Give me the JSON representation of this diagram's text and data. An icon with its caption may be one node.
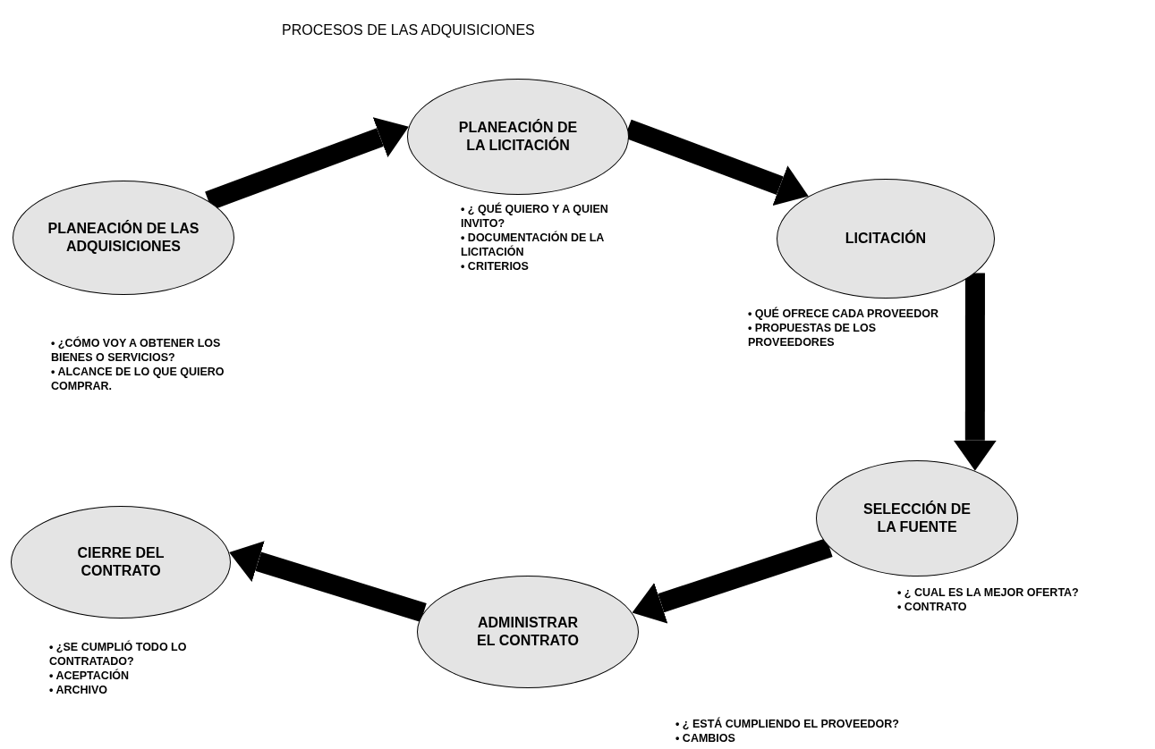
{
  "diagram": {
    "title": "PROCESOS DE LAS ADQUISICIONES",
    "nodes": [
      {
        "text": [
          "PLANEACIÓN DE LAS ADQUISICIONES"
        ],
        "beside": [
          "• ¿CÓMO VOY A OBTENER LOS BIENES O SERVICIOS?",
          "• ALCANCE DE LO QUE QUIERO COMPRAR."
        ]
      },
      {
        "text": [
          "PLANEACIÓN DE LA LICITACIÓN"
        ],
        "beside": [
          "• ¿ QUÉ QUIERO Y A QUIEN INVITO?",
          "• DOCUMENTACIÓN DE LA LICITACIÓN",
          "• CRITERIOS"
        ]
      },
      {
        "text": [
          "LICITACIÓN"
        ],
        "beside": [
          "• QUÉ OFRECE CADA PROVEEDOR",
          "• PROPUESTAS DE LOS PROVEEDORES"
        ]
      },
      {
        "text": [
          "SELECCIÓN DE LA FUENTE"
        ],
        "beside": [
          "• ¿ CUAL ES LA MEJOR OFERTA?",
          "• CONTRATO"
        ]
      },
      {
        "text": [
          "ADMINISTRAR EL CONTRATO"
        ],
        "beside": [
          "• ¿ ESTÁ CUMPLIENDO EL PROVEEDOR?",
          "• CAMBIOS"
        ]
      },
      {
        "text": [
          "CIERRE DEL CONTRATO"
        ],
        "beside": [
          "• ¿SE CUMPLIÓ TODO LO CONTRATADO?",
          "• ACEPTACIÓN",
          "• ARCHIVO"
        ]
      }
    ],
    "edges": [
      {
        "from": 0,
        "to": 1,
        "arrow": "to"
      },
      {
        "from": 1,
        "to": 2,
        "arrow": "to"
      },
      {
        "from": 2,
        "to": 3,
        "arrow": "to"
      },
      {
        "from": 3,
        "to": 4,
        "arrow": "to"
      },
      {
        "from": 4,
        "to": 5,
        "arrow": "to"
      }
    ]
  }
}
